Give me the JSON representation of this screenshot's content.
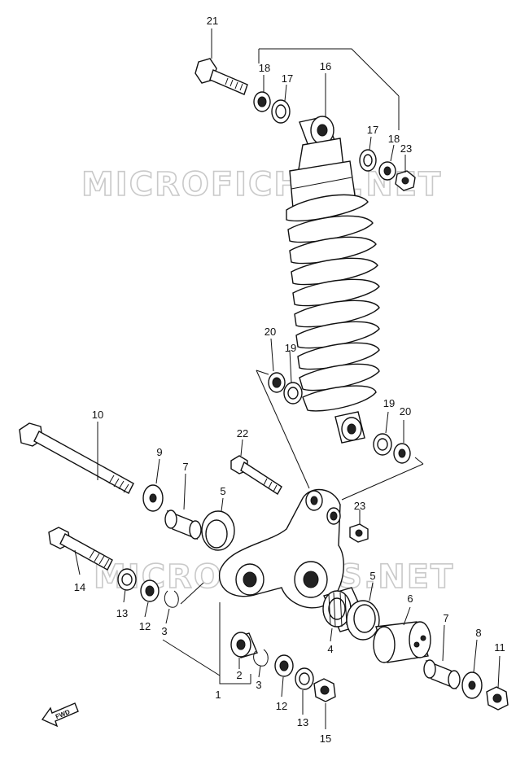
{
  "watermarks": [
    "MICROFICHES.NET",
    "MICROFICHES.NET"
  ],
  "fwd_label": "FWD",
  "callouts": [
    "21",
    "18",
    "17",
    "16",
    "17",
    "18",
    "23",
    "20",
    "19",
    "19",
    "20",
    "10",
    "22",
    "9",
    "7",
    "5",
    "23",
    "14",
    "13",
    "12",
    "3",
    "1",
    "2",
    "3",
    "12",
    "13",
    "15",
    "4",
    "5",
    "6",
    "7",
    "8",
    "11"
  ]
}
